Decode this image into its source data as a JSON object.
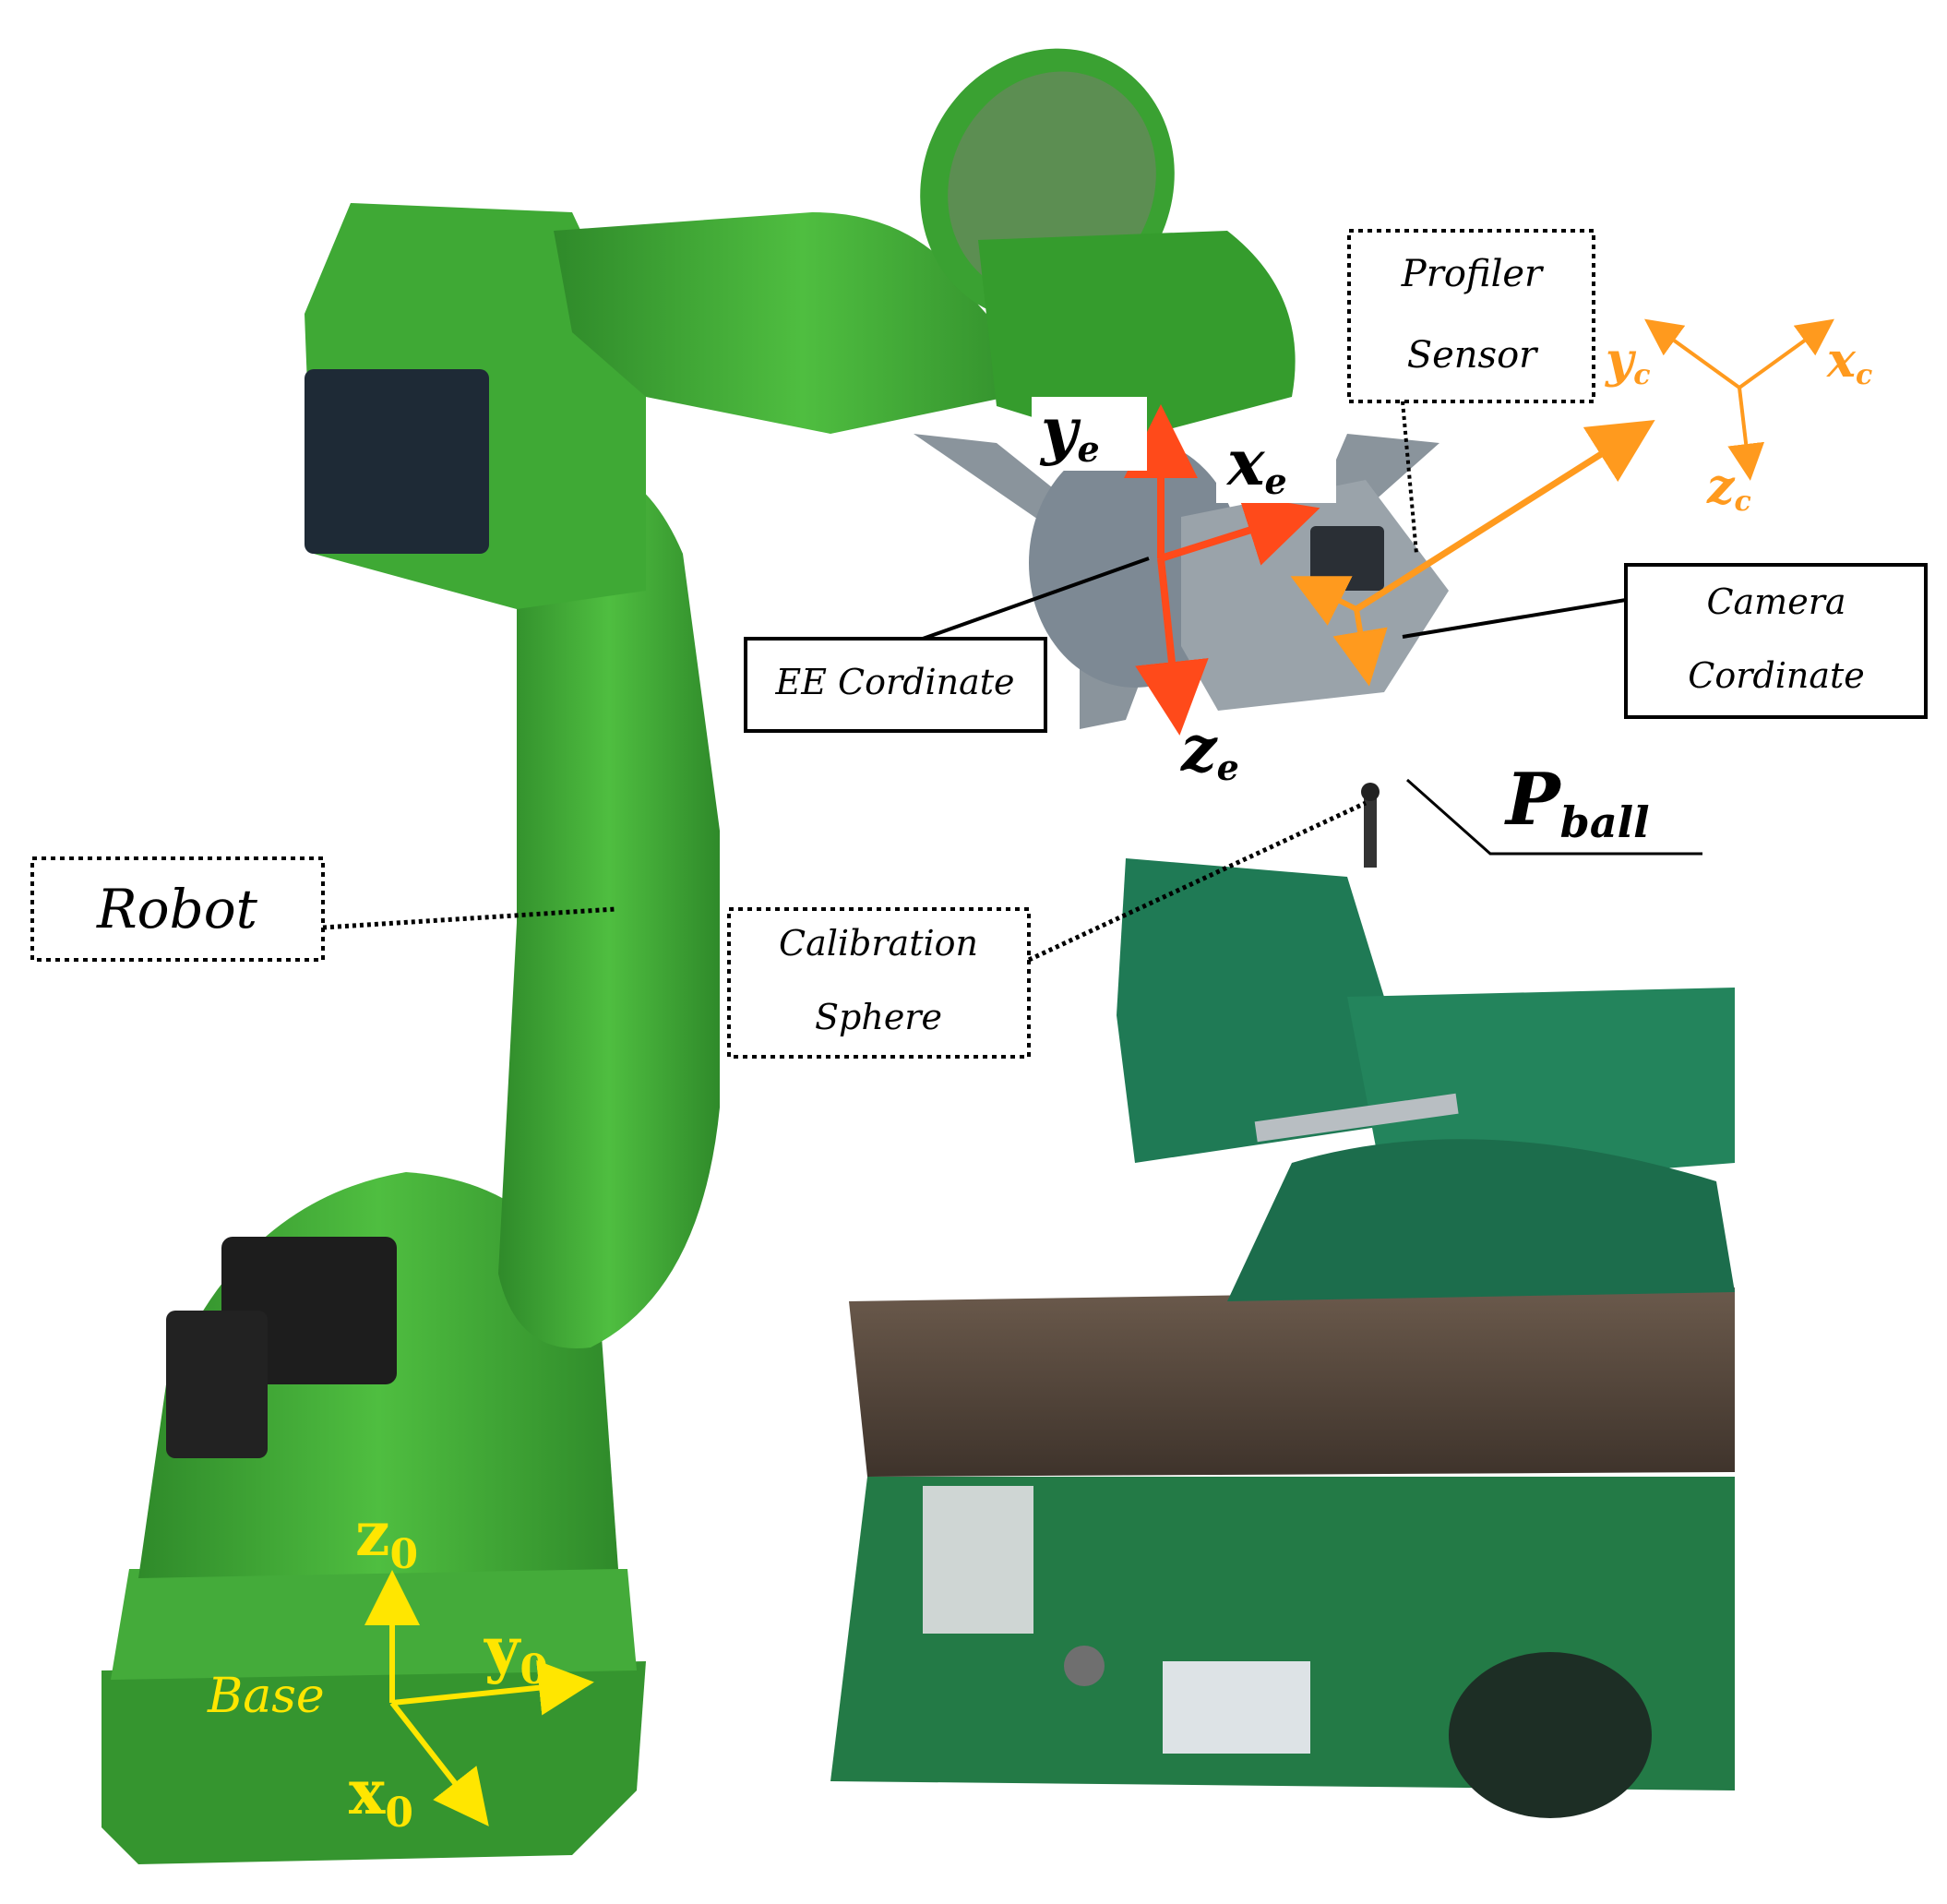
{
  "colors": {
    "robot_green": "#3fa935",
    "robot_dark": "#2d7a28",
    "vise_green": "#1f7a55",
    "ee_axes": "#ff4a1a",
    "camera_axes": "#ff9a1e",
    "base_axes": "#ffe600",
    "table_top": "#5a4a3e",
    "cabinet_green": "#237a46"
  },
  "labels": {
    "robot": "Robot",
    "calibration_line1": "Calibration",
    "calibration_line2": "Sphere",
    "ee_cordinate": "EE Cordinate",
    "profiler_line1": "Profiler",
    "profiler_line2": "Sensor",
    "camera_line1": "Camera",
    "camera_line2": "Cordinate",
    "base": "Base"
  },
  "ee_axes": {
    "y": "y",
    "x": "x",
    "z": "z",
    "sub": "e"
  },
  "camera_axes": {
    "y": "y",
    "x": "x",
    "z": "z",
    "sub": "c"
  },
  "base_axes": {
    "z": "z",
    "y": "y",
    "x": "x",
    "sub": "0"
  },
  "p_ball": {
    "main": "P",
    "sub": "ball"
  }
}
